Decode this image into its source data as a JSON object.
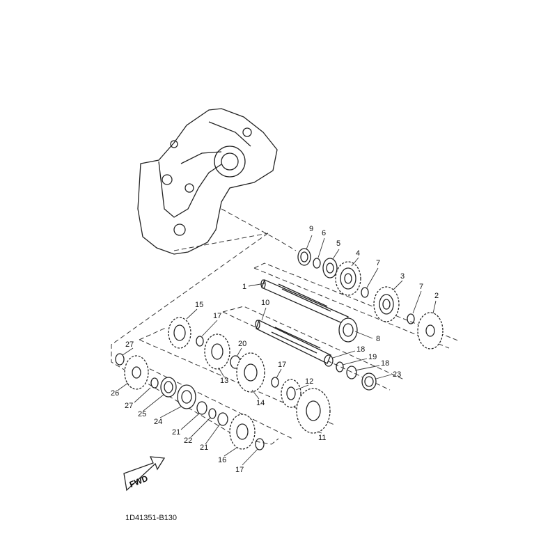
{
  "diagram_code": "1D41351-B130",
  "fwd_label": "FWD",
  "callouts": [
    "9",
    "6",
    "5",
    "4",
    "7",
    "3",
    "7",
    "2",
    "1",
    "10",
    "8",
    "15",
    "17",
    "20",
    "18",
    "19",
    "18",
    "23",
    "27",
    "13",
    "17",
    "12",
    "26",
    "27",
    "14",
    "11",
    "25",
    "24",
    "21",
    "22",
    "21",
    "16",
    "17"
  ]
}
